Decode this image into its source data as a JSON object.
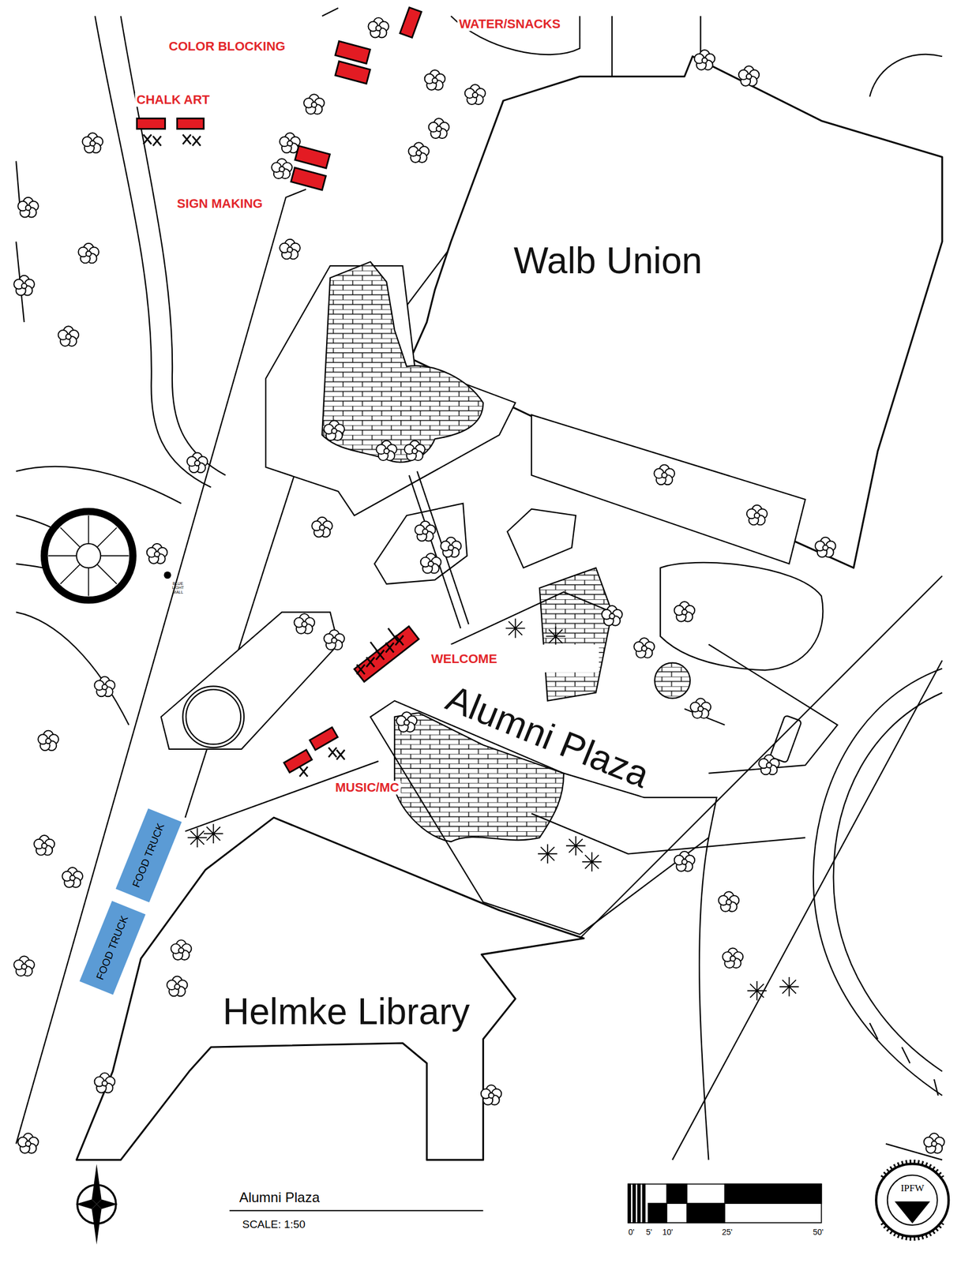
{
  "diagram": {
    "title": "Alumni Plaza",
    "nodes": [
      {
        "text": [
          "WELCOME"
        ]
      },
      {
        "text": [
          "FOOD TRUCK"
        ]
      },
      {
        "text": [
          "FOOD TRUCK"
        ]
      }
    ],
    "labels": [
      "WATER/SNACKS",
      "COLOR BLOCKING",
      "CHALK ART",
      "SIGN MAKING",
      "Walb Union",
      "BLUE LIGHT MALL",
      "Alumni Plaza",
      "MUSIC/MC",
      "Helmke Library",
      "SCALE: 1:50",
      "0'",
      "5'",
      "10'",
      "25'",
      "50'",
      "IPFW"
    ]
  }
}
